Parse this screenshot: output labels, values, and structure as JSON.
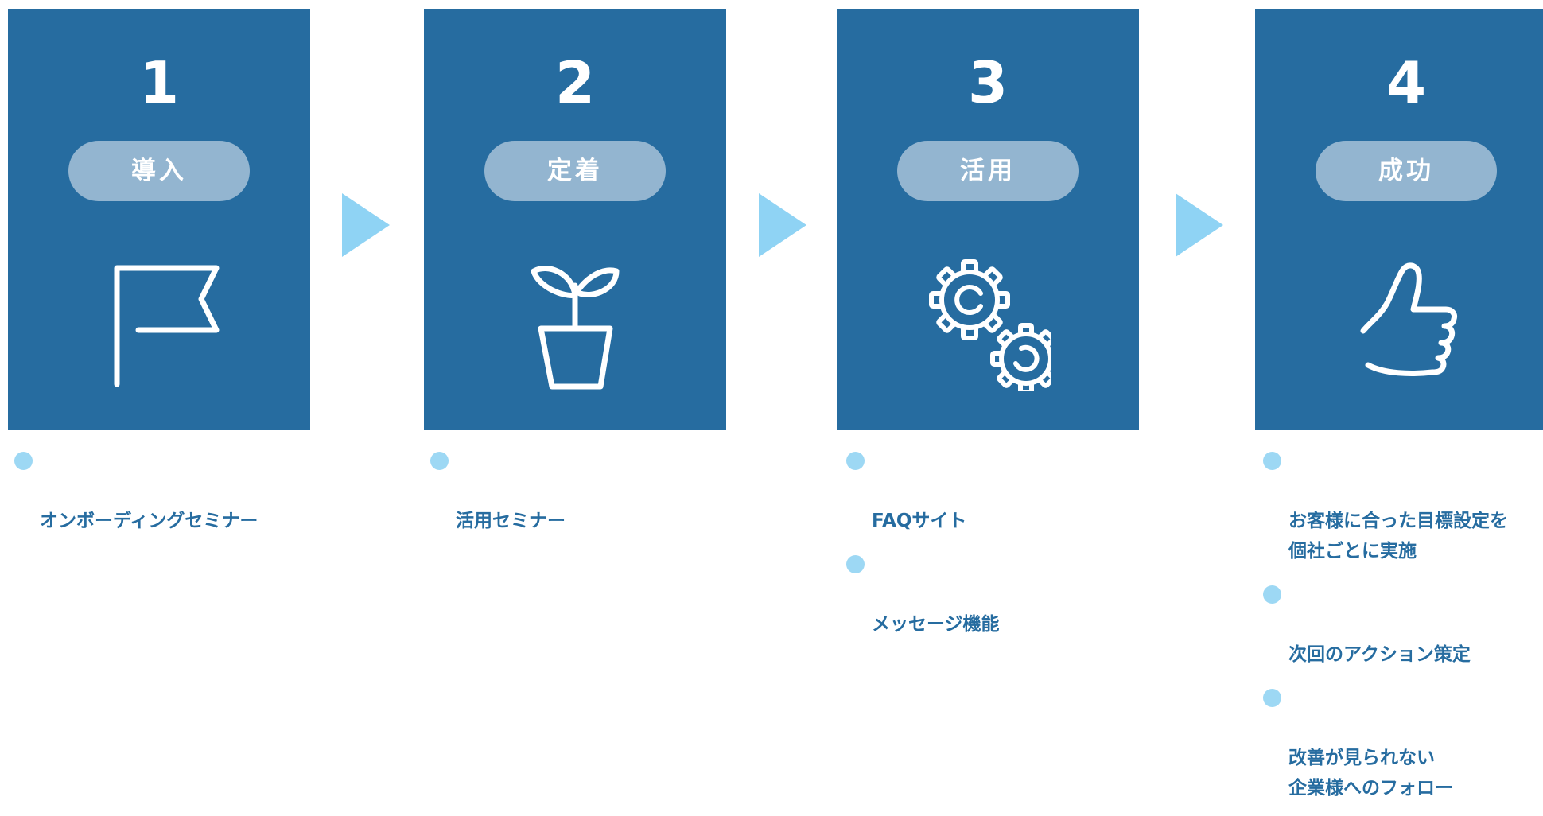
{
  "colors": {
    "card": "#266ca0",
    "pill": "#93b5d0",
    "arrow": "#8fd3f4",
    "bullet_dot": "#9dd8f4",
    "bullet_text": "#266ca0"
  },
  "steps": [
    {
      "number": "1",
      "label": "導入",
      "icon": "flag-icon",
      "bullets": [
        "オンボーディングセミナー"
      ]
    },
    {
      "number": "2",
      "label": "定着",
      "icon": "sprout-pot-icon",
      "bullets": [
        "活用セミナー"
      ]
    },
    {
      "number": "3",
      "label": "活用",
      "icon": "gears-icon",
      "bullets": [
        "FAQサイト",
        "メッセージ機能"
      ]
    },
    {
      "number": "4",
      "label": "成功",
      "icon": "thumbs-up-icon",
      "bullets": [
        "お客様に合った目標設定を\n個社ごとに実施",
        "次回のアクション策定",
        "改善が見られない\n企業様へのフォロー"
      ]
    }
  ]
}
